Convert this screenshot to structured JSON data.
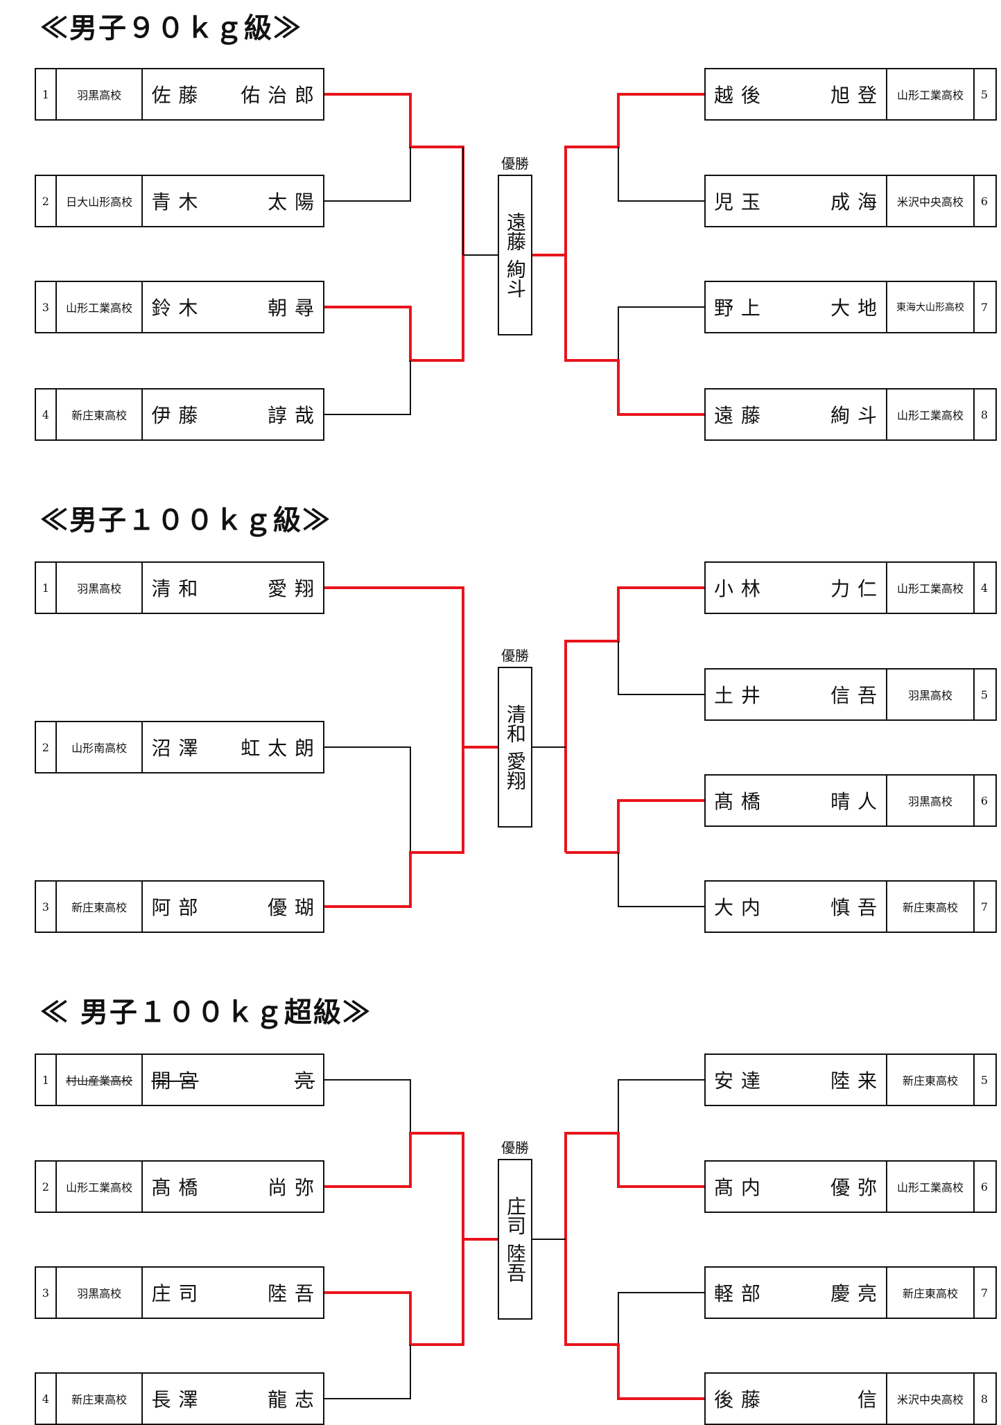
{
  "winner_label": "優勝",
  "brackets": [
    {
      "title": "≪男子９０ｋｇ級≫",
      "left": [
        {
          "seed": "1",
          "school": "羽黒高校",
          "last": "佐 藤",
          "first": "佑 治 郎"
        },
        {
          "seed": "2",
          "school": "日大山形高校",
          "last": "青 木",
          "first": "太 陽"
        },
        {
          "seed": "3",
          "school": "山形工業高校",
          "last": "鈴 木",
          "first": "朝 尋"
        },
        {
          "seed": "4",
          "school": "新庄東高校",
          "last": "伊 藤",
          "first": "諄 哉"
        }
      ],
      "right": [
        {
          "seed": "5",
          "school": "山形工業高校",
          "last": "越 後",
          "first": "旭 登"
        },
        {
          "seed": "6",
          "school": "米沢中央高校",
          "last": "児 玉",
          "first": "成 海"
        },
        {
          "seed": "7",
          "school": "東海大山形高校",
          "last": "野 上",
          "first": "大 地"
        },
        {
          "seed": "8",
          "school": "山形工業高校",
          "last": "遠 藤",
          "first": "絢 斗"
        }
      ],
      "winner": {
        "last": "遠藤",
        "first": "絢斗"
      }
    },
    {
      "title": "≪男子１００ｋｇ級≫",
      "left": [
        {
          "seed": "1",
          "school": "羽黒高校",
          "last": "清 和",
          "first": "愛 翔"
        },
        {
          "seed": "2",
          "school": "山形南高校",
          "last": "沼 澤",
          "first": "虹 太 朗"
        },
        {
          "seed": "3",
          "school": "新庄東高校",
          "last": "阿 部",
          "first": "優 瑚"
        }
      ],
      "right": [
        {
          "seed": "4",
          "school": "山形工業高校",
          "last": "小 林",
          "first": "力 仁"
        },
        {
          "seed": "5",
          "school": "羽黒高校",
          "last": "土 井",
          "first": "信 吾"
        },
        {
          "seed": "6",
          "school": "羽黒高校",
          "last": "髙 橋",
          "first": "晴 人"
        },
        {
          "seed": "7",
          "school": "新庄東高校",
          "last": "大 内",
          "first": "慎 吾"
        }
      ],
      "winner": {
        "last": "清和",
        "first": "愛翔"
      }
    },
    {
      "title": "≪ 男子１００ｋｇ超級≫",
      "left": [
        {
          "seed": "1",
          "school": "村山産業高校",
          "last": "開 宮",
          "first": "亮",
          "withdrawn": true
        },
        {
          "seed": "2",
          "school": "山形工業高校",
          "last": "髙 橋",
          "first": "尚 弥"
        },
        {
          "seed": "3",
          "school": "羽黒高校",
          "last": "庄 司",
          "first": "陸 吾"
        },
        {
          "seed": "4",
          "school": "新庄東高校",
          "last": "長 澤",
          "first": "龍 志"
        }
      ],
      "right": [
        {
          "seed": "5",
          "school": "新庄東高校",
          "last": "安 達",
          "first": "陸 来"
        },
        {
          "seed": "6",
          "school": "山形工業高校",
          "last": "髙 内",
          "first": "優 弥"
        },
        {
          "seed": "7",
          "school": "新庄東高校",
          "last": "軽 部",
          "first": "慶 亮"
        },
        {
          "seed": "8",
          "school": "米沢中央高校",
          "last": "後 藤",
          "first": "信"
        }
      ],
      "winner": {
        "last": "庄司",
        "first": "陸吾"
      }
    }
  ],
  "colors": {
    "win_line": "#e8141c",
    "line": "#111111"
  }
}
